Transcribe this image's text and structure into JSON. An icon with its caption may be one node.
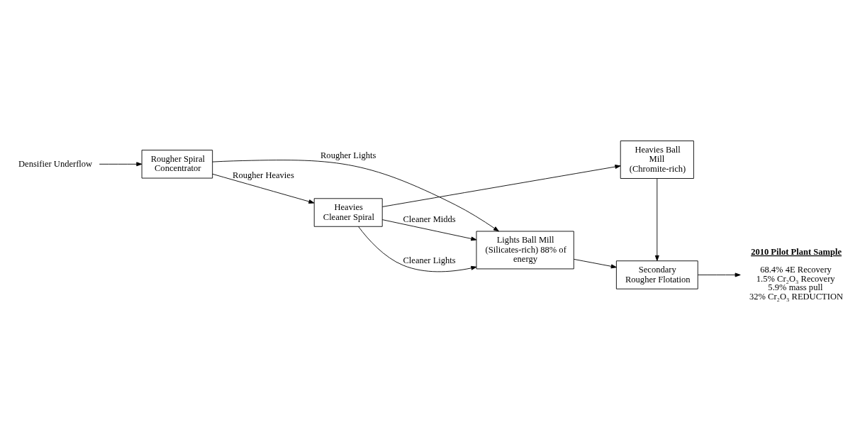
{
  "diagram": {
    "nodes": [
      {
        "text": [
          "Densifier Underflow"
        ]
      },
      {
        "text": [
          "Rougher Spiral Concentrator"
        ]
      },
      {
        "text": [
          "Lights Ball Mill (Silicates-rich) 88% of energy"
        ]
      },
      {
        "text": [
          "Secondary Rougher Flotation"
        ]
      },
      {
        "text": [
          "Heavies Cleaner Spiral"
        ]
      },
      {
        "text": [
          "Heavies Ball Mill (Chromite-rich)"
        ]
      },
      {
        "text": [
          "2010 Pilot Plant Sample"
        ],
        "beside": [
          "68.4% 4E Recovery",
          "1.5% Cr₂O₃ Recovery",
          "5.9% mass pull",
          "32% Cr₂O₃ REDUCTION"
        ]
      }
    ],
    "edges": [
      {
        "from": 0,
        "to": 1,
        "arrow": "to"
      },
      {
        "from": 1,
        "to": 2,
        "arrow": "to",
        "label": "Rougher Lights"
      },
      {
        "from": 1,
        "to": 4,
        "arrow": "to",
        "label": "Rougher Heavies"
      },
      {
        "from": 4,
        "to": 2,
        "arrow": "to",
        "label": "Cleaner Lights"
      },
      {
        "from": 4,
        "to": 2,
        "arrow": "to",
        "label": "Cleaner Midds"
      },
      {
        "from": 2,
        "to": 3,
        "arrow": "to"
      },
      {
        "from": 5,
        "to": 3,
        "arrow": "to"
      },
      {
        "from": 4,
        "to": 5,
        "arrow": "to"
      },
      {
        "from": 3,
        "to": 6,
        "arrow": "to"
      }
    ]
  }
}
